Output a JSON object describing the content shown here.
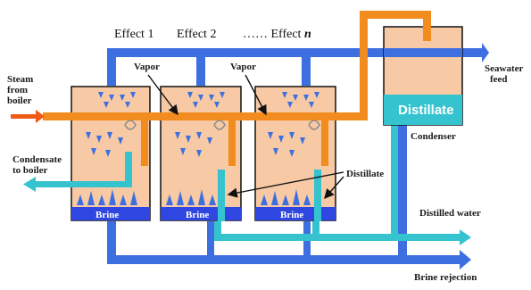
{
  "headers": {
    "effect1": "Effect 1",
    "effect2": "Effect 2",
    "effect_n_prefix": "…… Effect ",
    "effect_n_var": "n"
  },
  "labels": {
    "vapor": "Vapor",
    "steam_line1": "Steam",
    "steam_line2": "from",
    "steam_line3": "boiler",
    "condensate_line1": "Condensate",
    "condensate_line2": "to boiler",
    "distillate": "Distillate",
    "brine": "Brine",
    "condenser_distillate": "Distillate",
    "condenser": "Condenser",
    "seawater_line1": "Seawater",
    "seawater_line2": "feed",
    "distilled_water": "Distilled water",
    "brine_rejection": "Brine rejection"
  },
  "colors": {
    "seawater": "#3d6fe0",
    "steam": "#f28c1e",
    "distillate": "#35c4cf",
    "vessel": "#f7c9a4",
    "brine_pool": "#2f47e0",
    "condensate": "#37c2d0",
    "steam_arrow": "#f05a14"
  }
}
